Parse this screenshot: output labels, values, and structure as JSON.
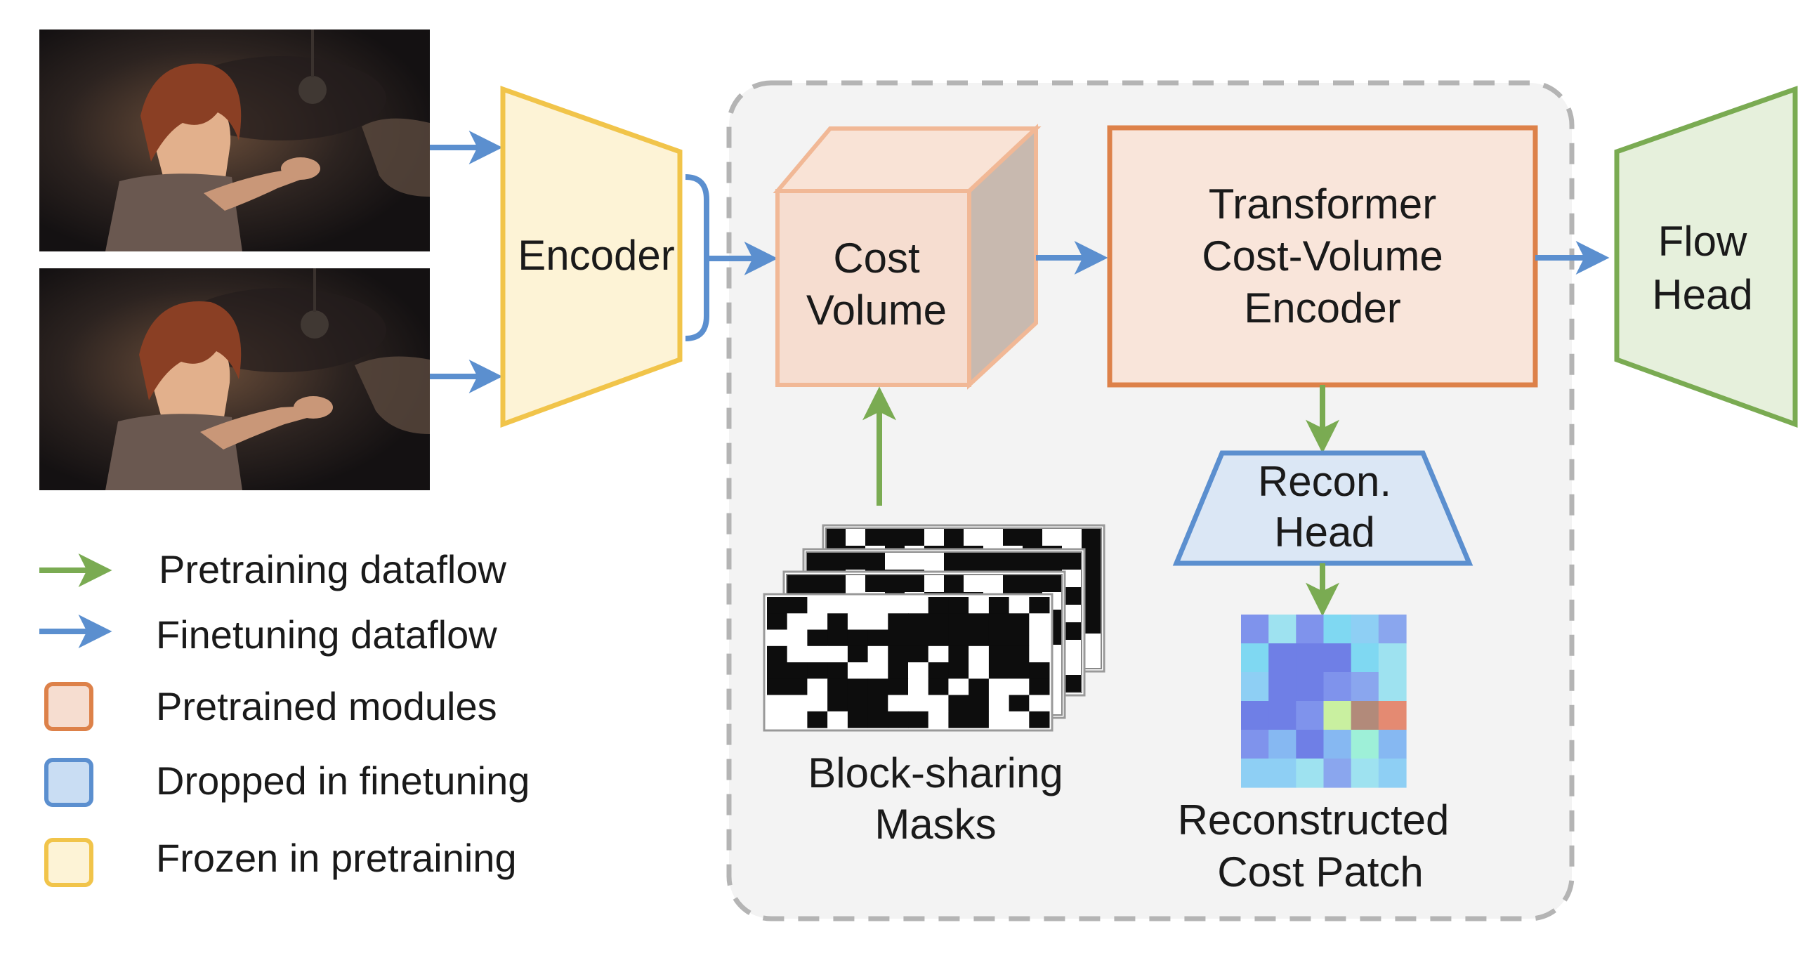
{
  "modules": {
    "encoder": "Encoder",
    "cost_volume": [
      "Cost",
      "Volume"
    ],
    "transformer": [
      "Transformer",
      "Cost-Volume",
      "Encoder"
    ],
    "flow_head": [
      "Flow",
      "Head"
    ],
    "recon_head": [
      "Recon.",
      "Head"
    ]
  },
  "captions": {
    "masks": [
      "Block-sharing",
      "Masks"
    ],
    "reconstructed": [
      "Reconstructed",
      "Cost Patch"
    ]
  },
  "legend": [
    {
      "kind": "arrow",
      "color": "#7aab52",
      "label": "Pretraining dataflow"
    },
    {
      "kind": "arrow",
      "color": "#5b8fcf",
      "label": "Finetuning dataflow"
    },
    {
      "kind": "box",
      "fill": "#f6ddd0",
      "stroke": "#dd8149",
      "label": "Pretrained modules"
    },
    {
      "kind": "box",
      "fill": "#c9ddf3",
      "stroke": "#5b8fcf",
      "label": "Dropped in finetuning"
    },
    {
      "kind": "box",
      "fill": "#fdf3d6",
      "stroke": "#f1c44a",
      "label": "Frozen in pretraining"
    }
  ],
  "colors": {
    "pretraining_arrow": "#7aab52",
    "finetuning_arrow": "#5b8fcf",
    "encoder_fill": "#fdf3d6",
    "encoder_stroke": "#f1c44a",
    "pretrained_fill": "#f6ddd0",
    "pretrained_stroke": "#dd8149",
    "recon_fill": "#dbe7f5",
    "recon_stroke": "#5b8fcf",
    "flow_head_fill": "#e6f0dc",
    "flow_head_stroke": "#7aab52",
    "region_fill": "#f3f3f3",
    "region_stroke": "#b4b4b4"
  },
  "icons": {
    "input_frames": "animated-character-frame-image",
    "masks": "binary-mask-grid",
    "cost_patch": "heatmap-patch"
  }
}
